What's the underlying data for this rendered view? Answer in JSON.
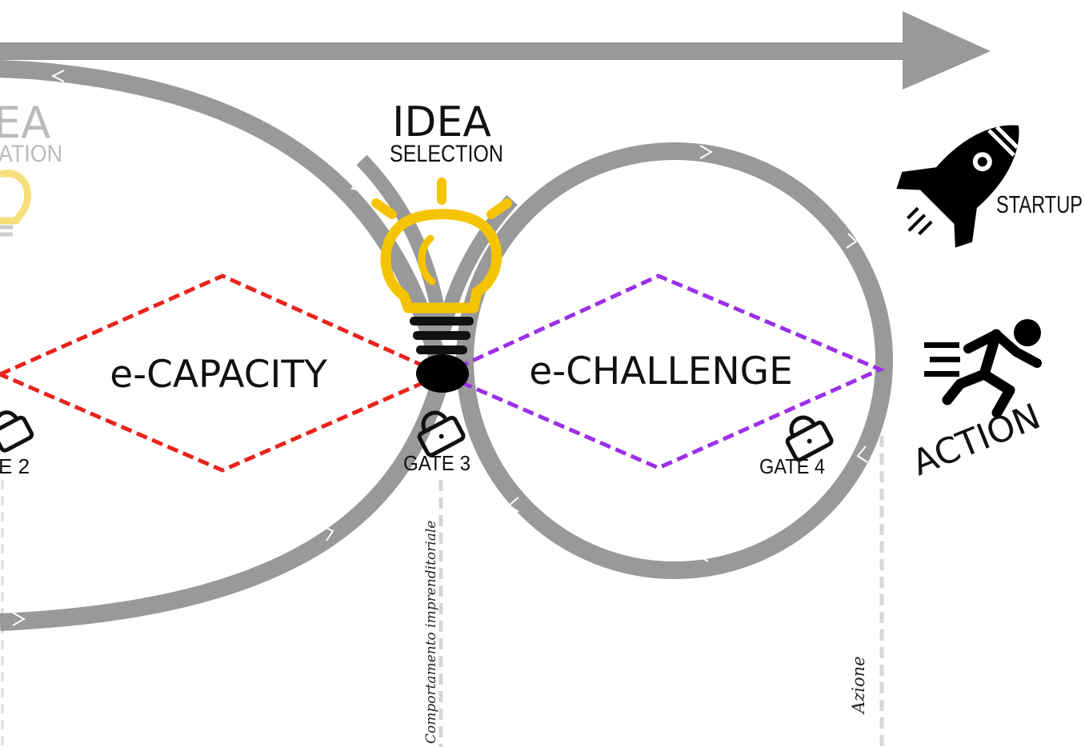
{
  "labels": {
    "idea_partial_left_big": "EA",
    "idea_partial_left_small": "ATION",
    "idea_title": "IDEA",
    "idea_subtitle": "SELECTION",
    "capacity": "e-CAPACITY",
    "challenge": "e-CHALLENGE",
    "gate2_partial": "E 2",
    "gate3": "GATE 3",
    "gate4": "GATE 4",
    "startup": "STARTUP",
    "action": "ACTION",
    "vertical_left": "Comportamento imprenditoriale",
    "vertical_right": "Azione"
  },
  "icons": {
    "bulb_main": "lightbulb-icon",
    "bulb_faded": "lightbulb-icon",
    "rocket": "rocket-icon",
    "runner": "running-person-icon",
    "lock": "lock-icon"
  },
  "colors": {
    "loop_gray": "#999999",
    "capacity_dashes": "#e8231c",
    "challenge_dashes": "#9b30e8",
    "bulb_yellow": "#f5c400",
    "faded_text": "#bbbbbb",
    "faded_bulb": "#f6de7a",
    "guide_dash": "#d6d6d6"
  }
}
